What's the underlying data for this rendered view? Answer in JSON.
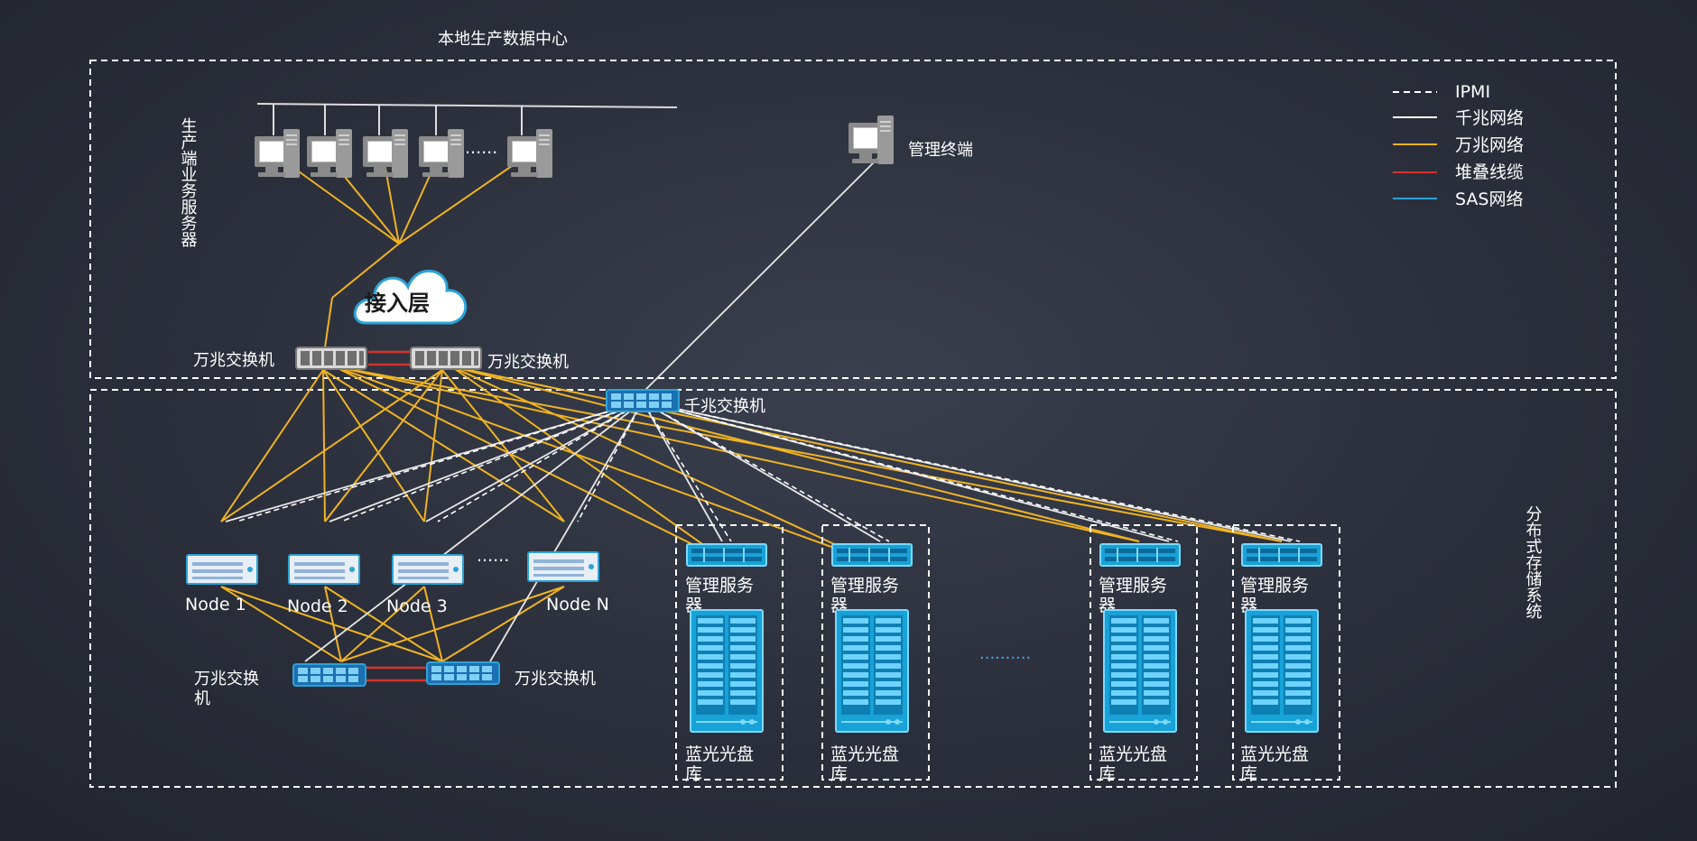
{
  "colors": {
    "background": "#2b2f3b",
    "ipmi": "#ffffff",
    "gigabit": "#e8e8e8",
    "ten_gigabit": "#f0b323",
    "stack_cable": "#d6332b",
    "sas": "#2ba3d8",
    "device_blue": "#1ea8e0",
    "device_gray": "#9a9a9a"
  },
  "regions": {
    "production_dc": "本地生产数据中心",
    "distributed_storage": "分布式存储系统"
  },
  "legend": [
    {
      "label": "IPMI",
      "style": "dashed",
      "color": "#ffffff"
    },
    {
      "label": "千兆网络",
      "style": "solid",
      "color": "#ffffff"
    },
    {
      "label": "万兆网络",
      "style": "solid",
      "color": "#f0b323"
    },
    {
      "label": "堆叠线缆",
      "style": "solid",
      "color": "#d6332b"
    },
    {
      "label": "SAS网络",
      "style": "solid",
      "color": "#2ba3d8"
    }
  ],
  "production": {
    "servers_label": "生产端业务服务器",
    "ellipsis": "......",
    "cloud_label": "接入层",
    "mgmt_terminal_label": "管理终端",
    "switch_left_label": "万兆交换机",
    "switch_right_label": "万兆交换机"
  },
  "storage": {
    "gigabit_switch_label": "千兆交换机",
    "nodes": [
      "Node 1",
      "Node 2",
      "Node 3",
      "Node N"
    ],
    "nodes_ellipsis": "......",
    "bottom_switch_left_label_line1": "万兆交换",
    "bottom_switch_left_label_line2": "机",
    "bottom_switch_right_label": "万兆交换机",
    "racks_ellipsis": "..........",
    "rack_server_label_line1": "管理服务",
    "rack_server_label_line2": "器",
    "rack_library_label_line1": "蓝光光盘",
    "rack_library_label_line2": "库"
  }
}
